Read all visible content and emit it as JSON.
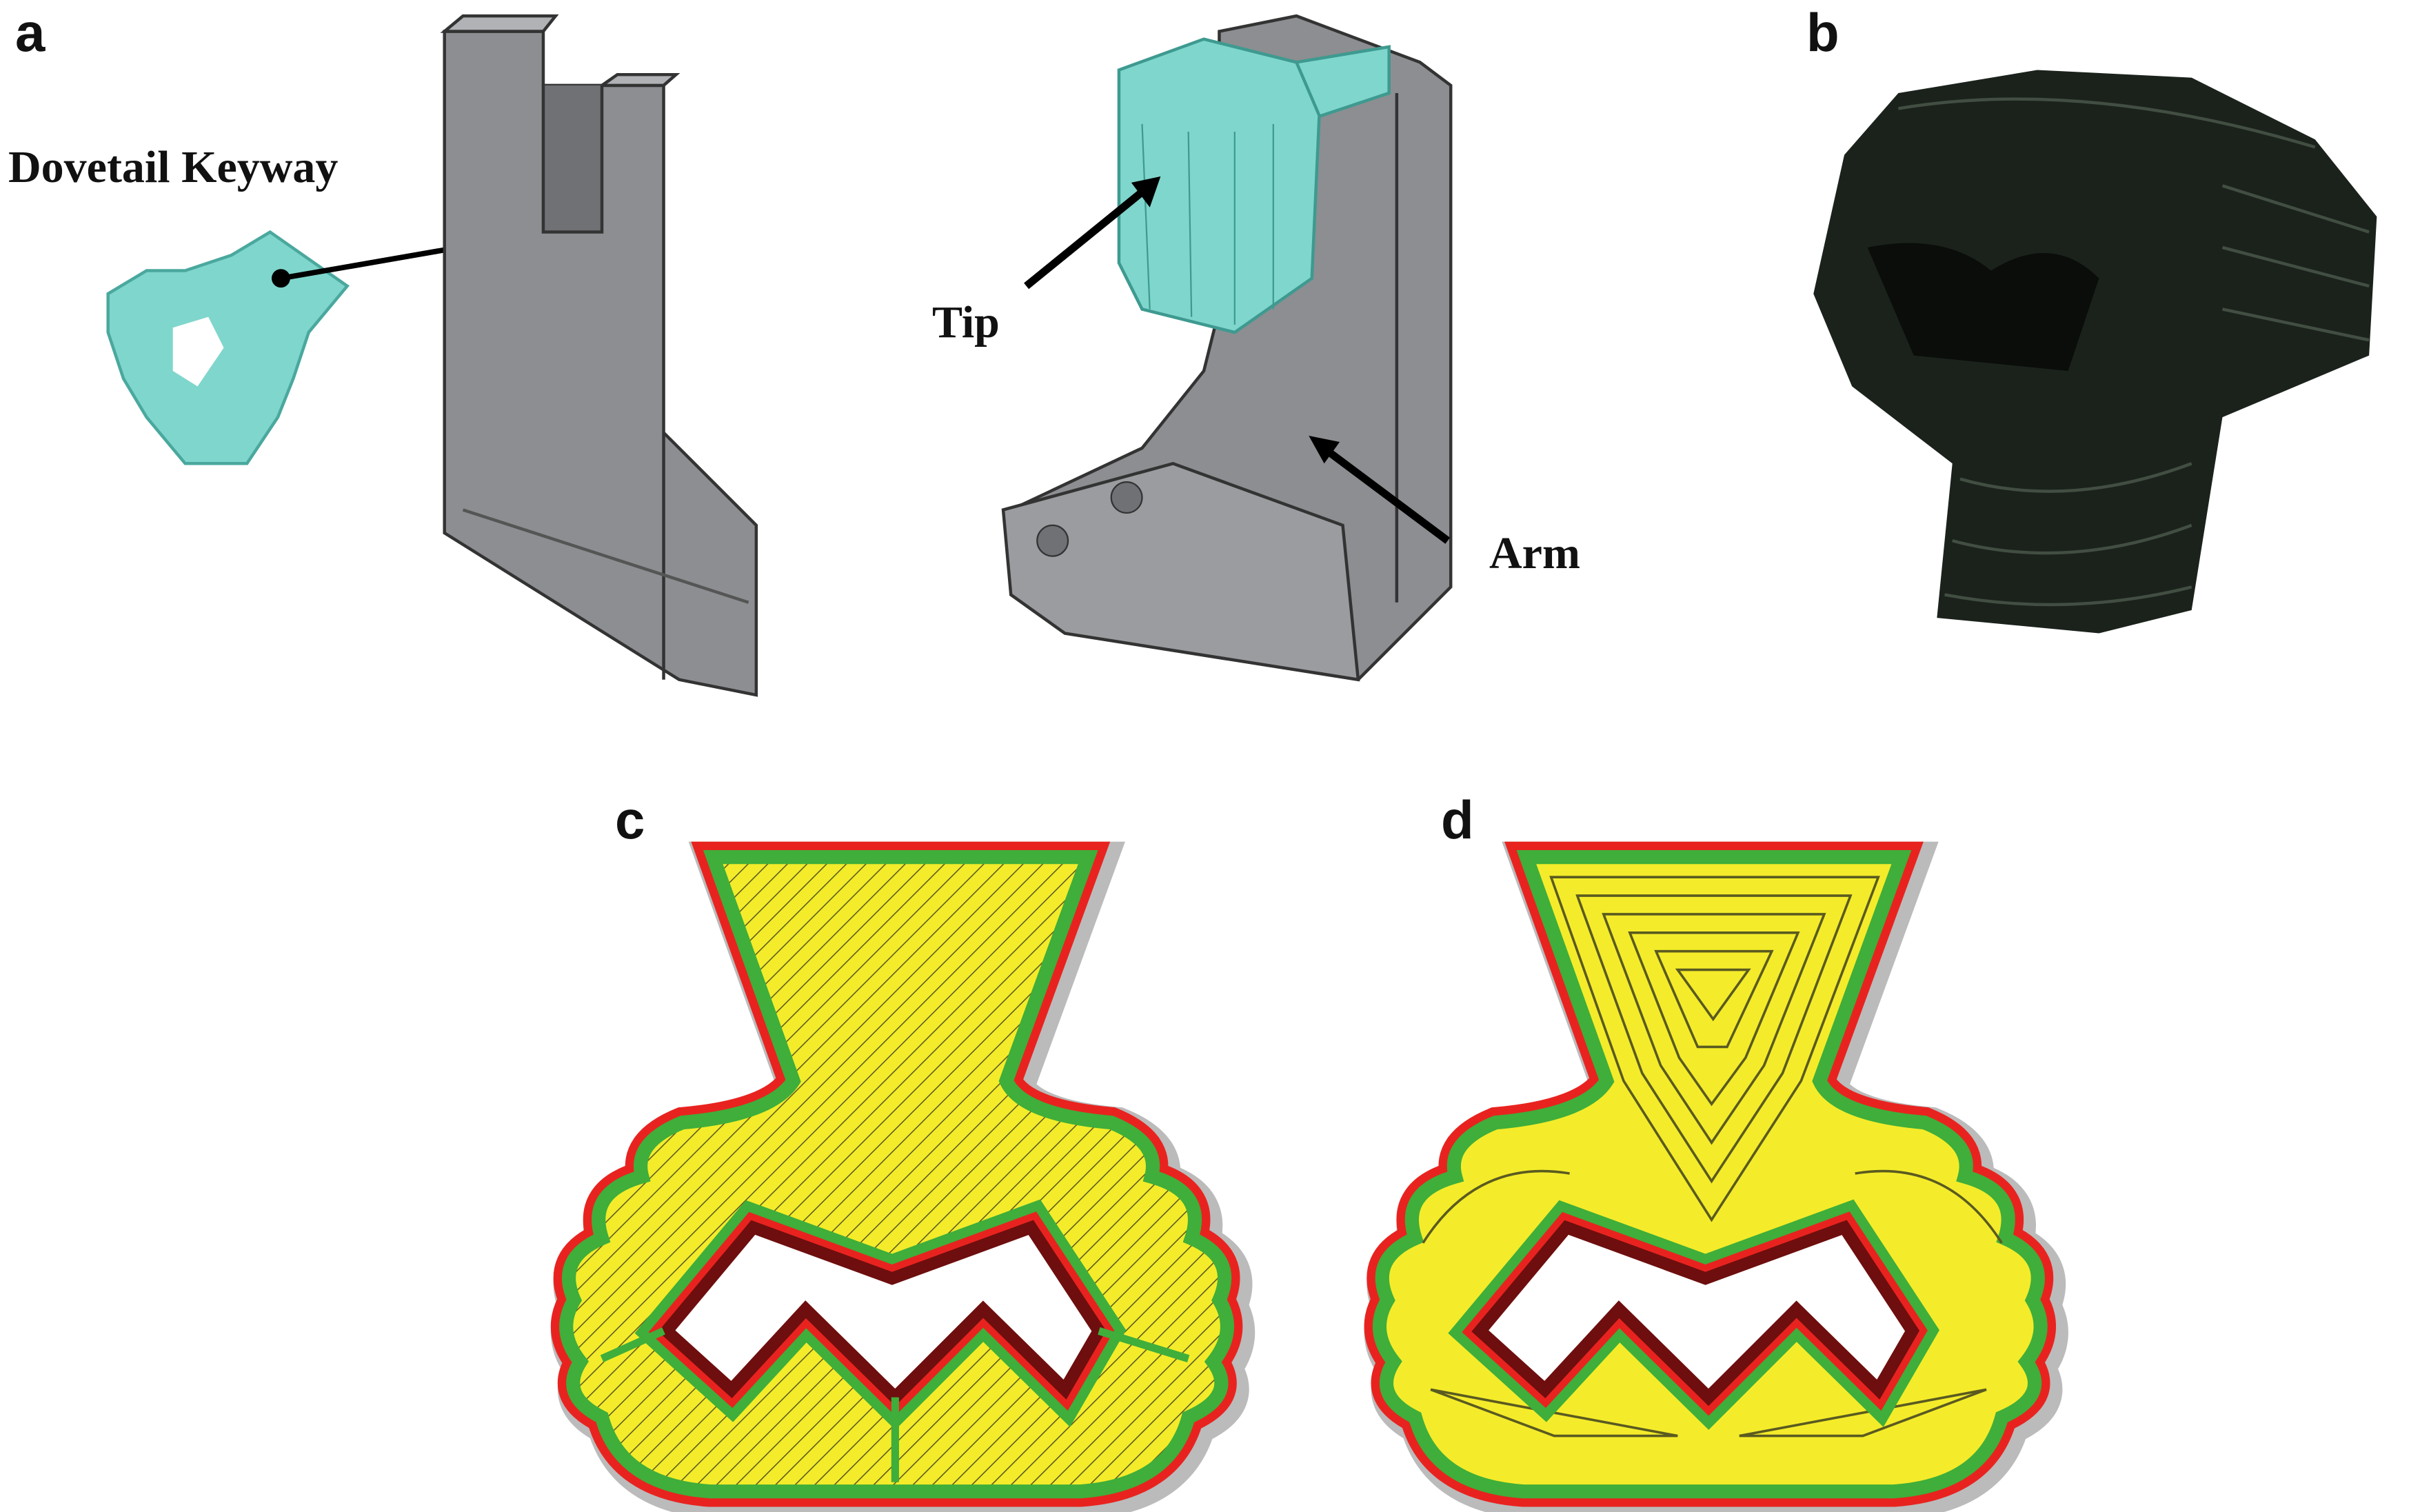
{
  "panels": {
    "a": {
      "label": "a",
      "callouts": {
        "keyway": "Dovetail Keyway",
        "tip": "Tip",
        "arm": "Arm"
      }
    },
    "b": {
      "label": "b"
    },
    "c": {
      "label": "c"
    },
    "d": {
      "label": "d"
    }
  },
  "colors": {
    "cad_gray": "#8c8e91",
    "teal": "#7fd6cc",
    "perimeter_outer": "#e8231f",
    "perimeter_inner": "#3fae3a",
    "infill": "#f4ec2a",
    "hole_edge": "#6e0e0e",
    "shadow": "#b8b8b8"
  }
}
